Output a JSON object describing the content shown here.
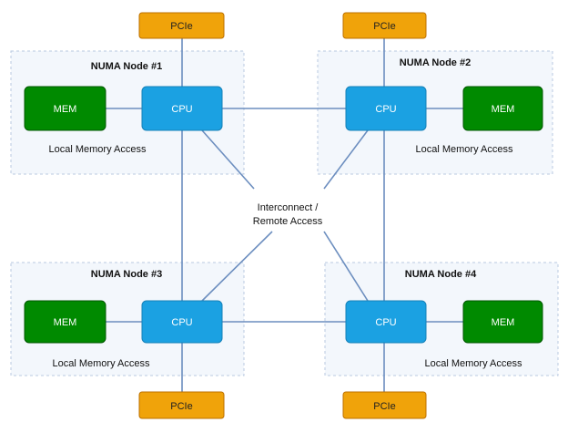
{
  "colors": {
    "node_region_fill": "#f3f7fc",
    "node_region_border": "#b8c9e0",
    "cpu_fill": "#1ba1e2",
    "cpu_border": "#1681b8",
    "mem_fill": "#008a00",
    "mem_border": "#005700",
    "pcie_fill": "#f0a30a",
    "pcie_border": "#bd7000",
    "link": "#6c8ebf"
  },
  "nodes": [
    {
      "title": "NUMA Node #1",
      "cpu": "CPU",
      "mem": "MEM",
      "pcie": "PCIe",
      "local_label": "Local Memory Access"
    },
    {
      "title": "NUMA Node #2",
      "cpu": "CPU",
      "mem": "MEM",
      "pcie": "PCIe",
      "local_label": "Local Memory Access"
    },
    {
      "title": "NUMA Node #3",
      "cpu": "CPU",
      "mem": "MEM",
      "pcie": "PCIe",
      "local_label": "Local Memory Access"
    },
    {
      "title": "NUMA Node #4",
      "cpu": "CPU",
      "mem": "MEM",
      "pcie": "PCIe",
      "local_label": "Local Memory Access"
    }
  ],
  "interconnect": {
    "line1": "Interconnect /",
    "line2": "Remote Access"
  }
}
